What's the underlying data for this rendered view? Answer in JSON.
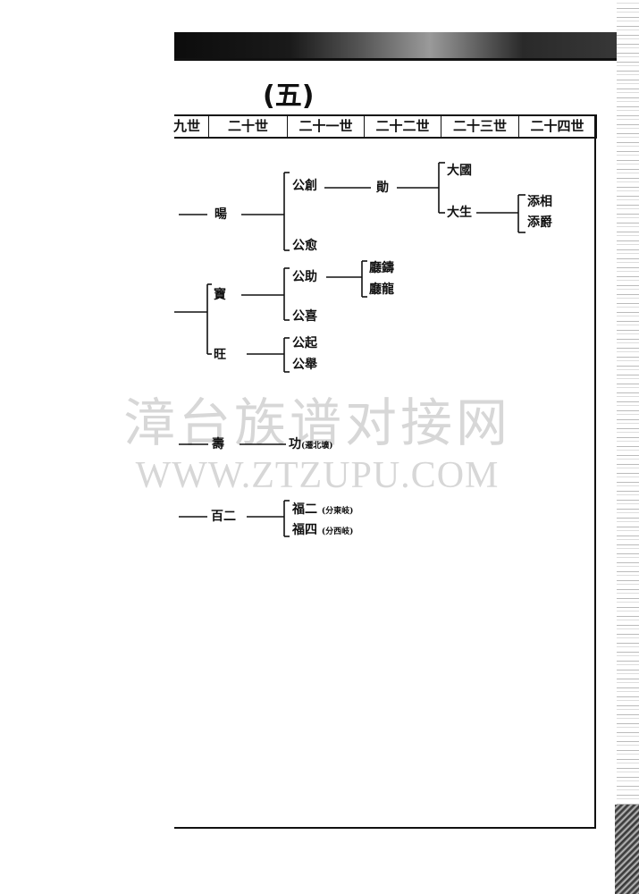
{
  "section_title": "(五)",
  "generations": [
    "九世",
    "二十世",
    "二十一世",
    "二十二世",
    "二十三世",
    "二十四世"
  ],
  "names": {
    "yang": "暘",
    "gongchuang": "公創",
    "xun": "勛",
    "daguo": "大國",
    "dasheng": "大生",
    "tianxiang": "添相",
    "tianjue": "添爵",
    "gongyu": "公愈",
    "bao": "寶",
    "gongzhu": "公助",
    "tingzhu": "廳鑄",
    "tinglong": "廳龍",
    "gongxi": "公喜",
    "wang": "旺",
    "gongqi": "公起",
    "gongju": "公舉",
    "shou": "壽",
    "gong": "功",
    "gong_note": "(遷北壙)",
    "baier": "百二",
    "fuer": "福二",
    "fuer_note": "(分東岐)",
    "fusi": "福四",
    "fusi_note": "(分西岐)"
  },
  "watermark": {
    "text_cn": "漳台族谱对接网",
    "text_url": "WWW.ZTZUPU.COM"
  }
}
